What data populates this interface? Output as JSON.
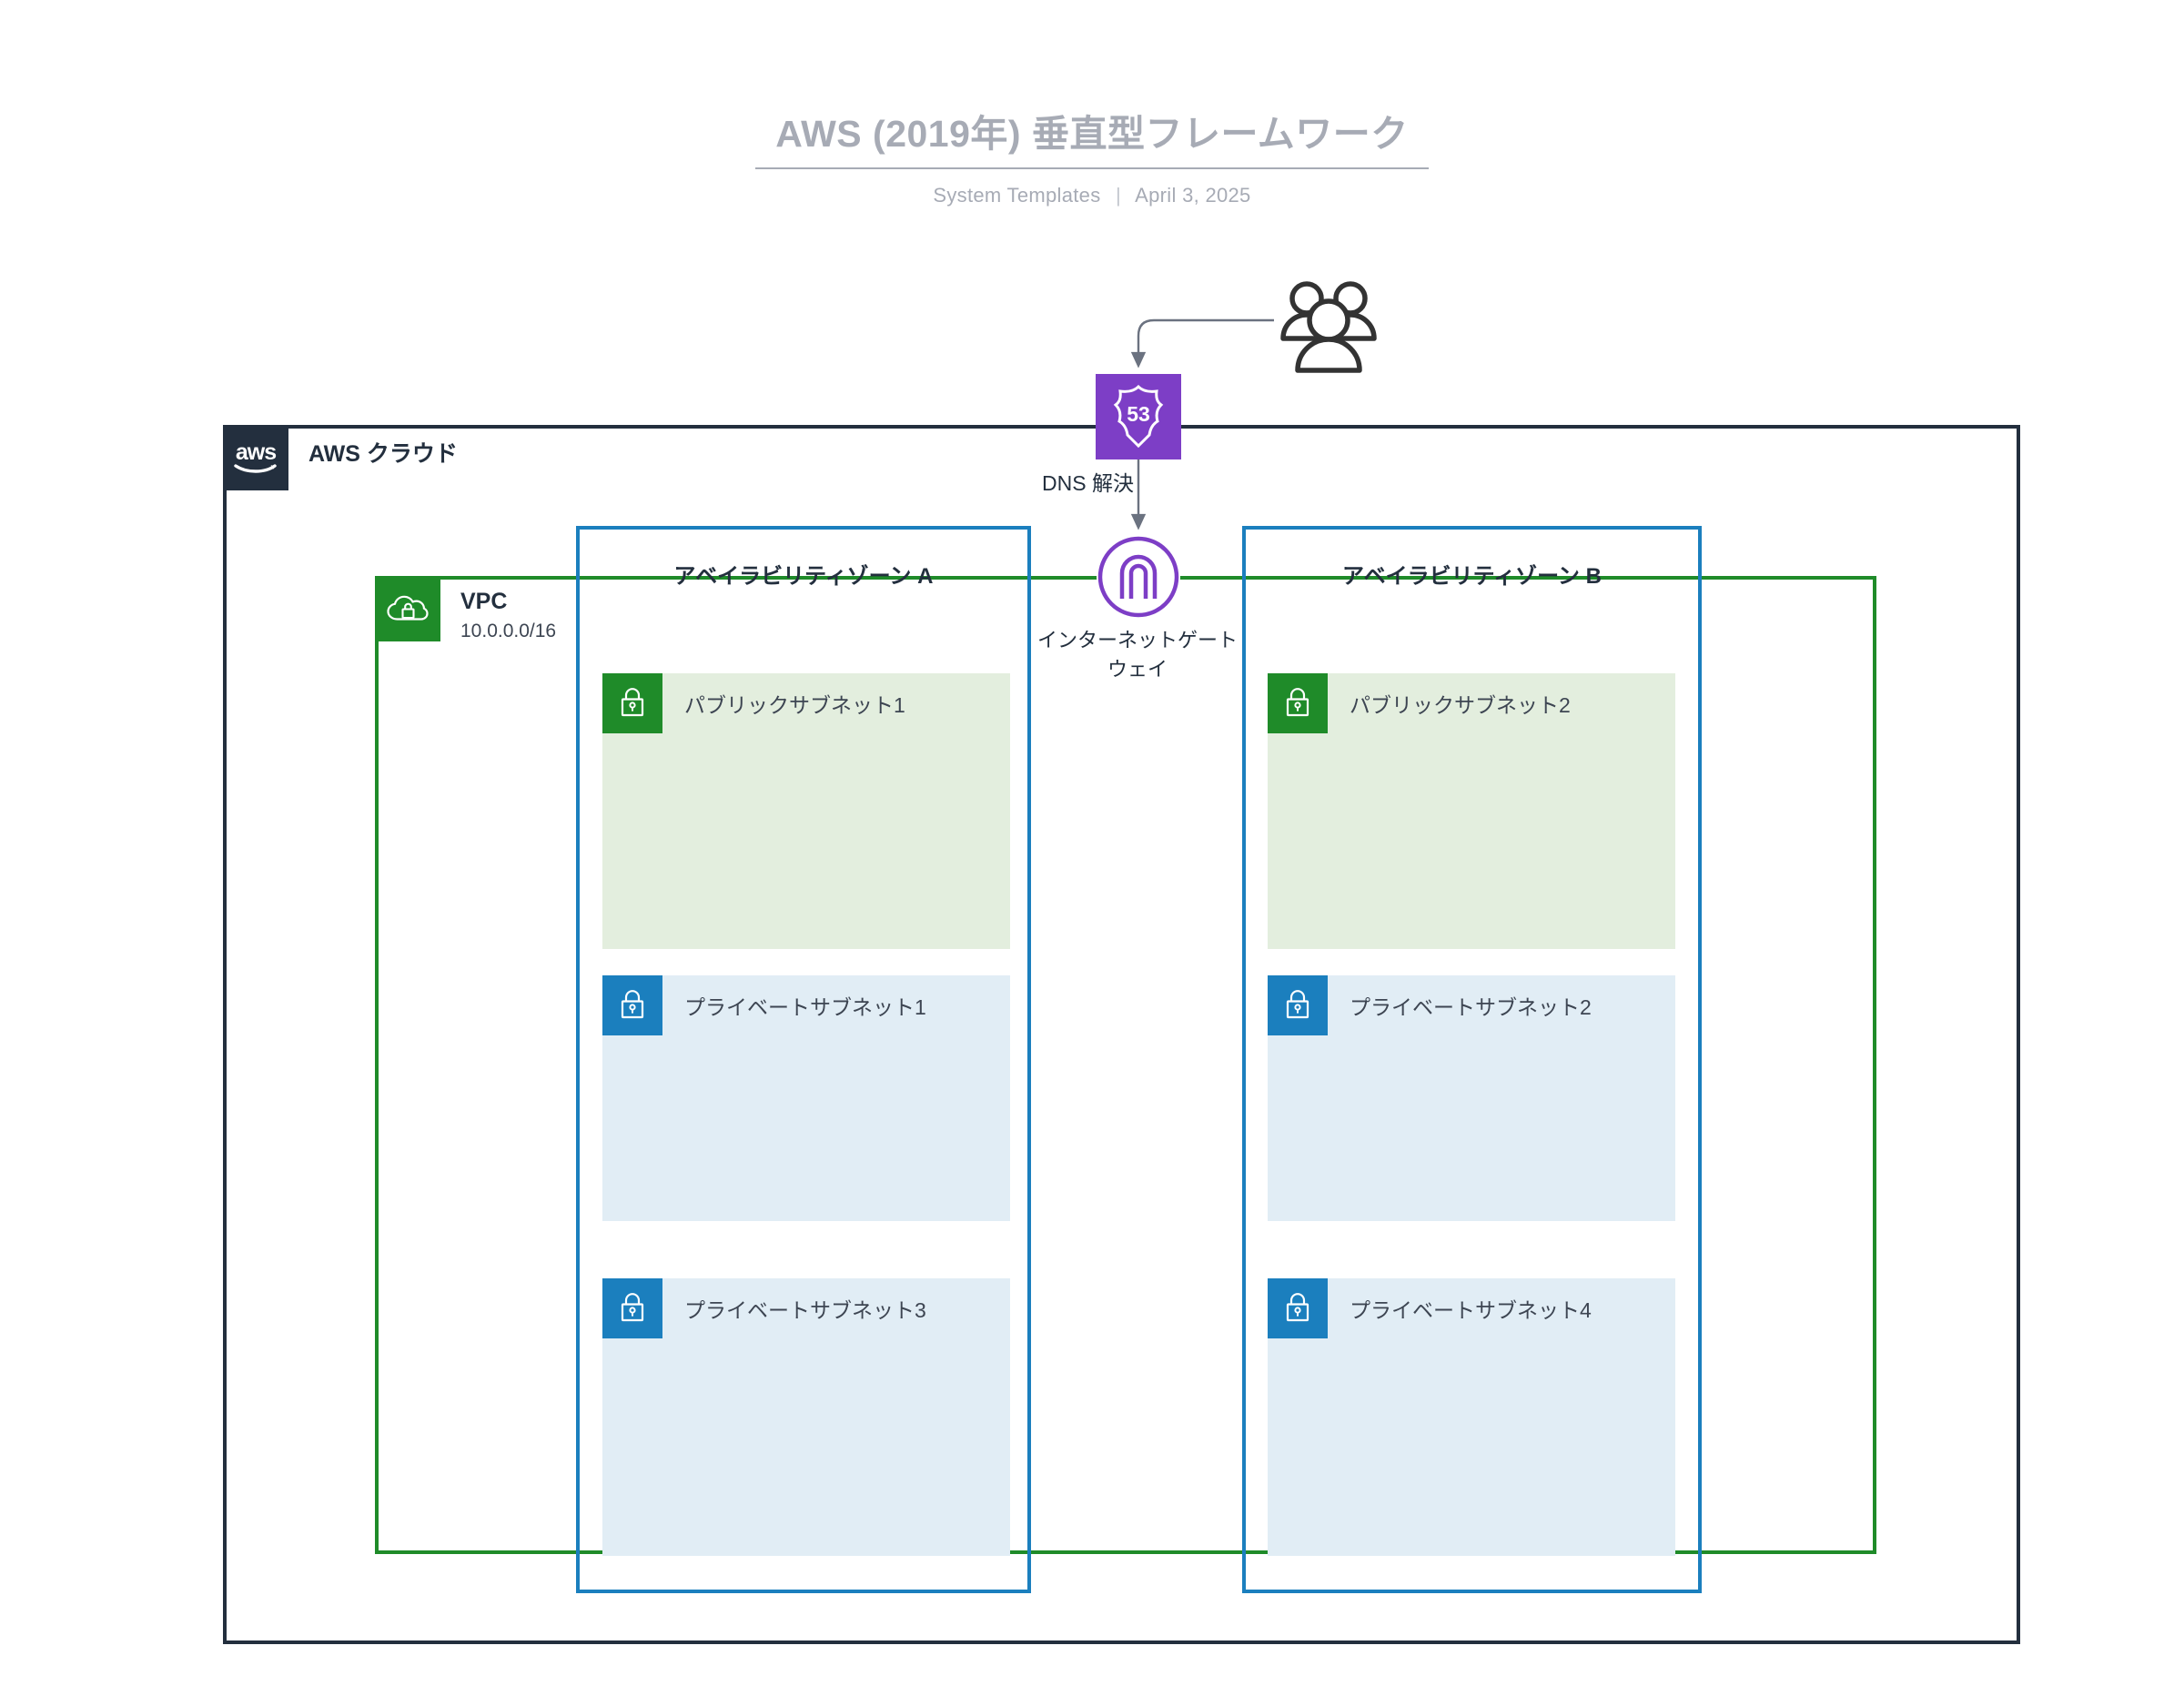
{
  "header": {
    "title": "AWS (2019年) 垂直型フレームワーク",
    "subtitle_left": "System Templates",
    "subtitle_sep": "|",
    "subtitle_right": "April 3, 2025"
  },
  "diagram": {
    "users": {
      "icon": "users-icon"
    },
    "route53": {
      "icon": "route53-shield-icon",
      "badge": "53"
    },
    "internet_gateway": {
      "icon": "internet-gateway-icon",
      "label_line1": "インターネットゲート",
      "label_line2": "ウェイ"
    },
    "edges": [
      {
        "name": "users-to-route53",
        "label": ""
      },
      {
        "name": "route53-to-igw",
        "label": "DNS 解決"
      }
    ],
    "dns_edge_label": "DNS 解決",
    "aws_cloud": {
      "label": "AWS クラウド",
      "icon": "aws-logo-icon",
      "border_color": "#232f3e"
    },
    "vpc": {
      "label": "VPC",
      "cidr": "10.0.0.0/16",
      "icon": "vpc-cloud-lock-icon",
      "border_color": "#1f8b29"
    },
    "availability_zones": [
      {
        "title": "アベイラビリティゾーン A",
        "border_color": "#1b7fbe",
        "subnets": [
          {
            "name": "パブリックサブネット1",
            "type": "public",
            "icon": "lock-icon",
            "fill": "#e3eede",
            "icon_color": "#1f8b29"
          },
          {
            "name": "プライベートサブネット1",
            "type": "private",
            "icon": "lock-icon",
            "fill": "#e1edf5",
            "icon_color": "#1b7fbe"
          },
          {
            "name": "プライベートサブネット3",
            "type": "private",
            "icon": "lock-icon",
            "fill": "#e1edf5",
            "icon_color": "#1b7fbe"
          }
        ]
      },
      {
        "title": "アベイラビリティゾーン B",
        "border_color": "#1b7fbe",
        "subnets": [
          {
            "name": "パブリックサブネット2",
            "type": "public",
            "icon": "lock-icon",
            "fill": "#e3eede",
            "icon_color": "#1f8b29"
          },
          {
            "name": "プライベートサブネット2",
            "type": "private",
            "icon": "lock-icon",
            "fill": "#e1edf5",
            "icon_color": "#1b7fbe"
          },
          {
            "name": "プライベートサブネット4",
            "type": "private",
            "icon": "lock-icon",
            "fill": "#e1edf5",
            "icon_color": "#1b7fbe"
          }
        ]
      }
    ]
  },
  "colors": {
    "aws_navy": "#232f3e",
    "vpc_green": "#1f8b29",
    "az_blue": "#1b7fbe",
    "route53_purple": "#7d3ec6",
    "igw_purple": "#7d3ec6",
    "title_gray": "#a7abb5",
    "public_subnet_fill": "#e3eede",
    "private_subnet_fill": "#e1edf5",
    "connector_gray": "#6b7280"
  }
}
